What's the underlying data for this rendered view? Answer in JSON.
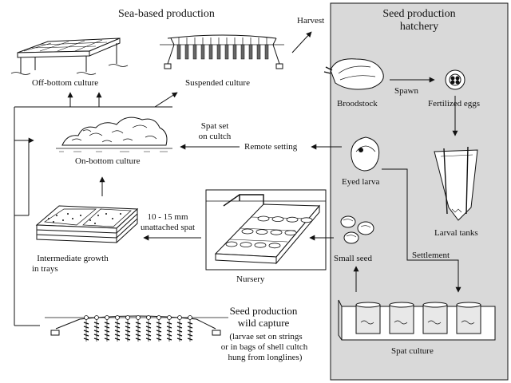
{
  "sea_title": "Sea-based production",
  "hatchery_title_line1": "Seed production",
  "hatchery_title_line2": "hatchery",
  "harvest": "Harvest",
  "off_bottom": "Off-bottom culture",
  "suspended": "Suspended culture",
  "broodstock": "Broodstock",
  "spawn": "Spawn",
  "fertilized_eggs": "Fertilized eggs",
  "spat_set_line1": "Spat set",
  "spat_set_line2": "on cultch",
  "remote_setting": "Remote setting",
  "on_bottom": "On-bottom culture",
  "eyed_larva": "Eyed larva",
  "larval_tanks": "Larval tanks",
  "unattached_line1": "10 - 15 mm",
  "unattached_line2": "unattached spat",
  "intermediate_line1": "Intermediate growth",
  "intermediate_line2": "in trays",
  "nursery": "Nursery",
  "small_seed": "Small seed",
  "settlement": "Settlement",
  "wild_line1": "Seed production",
  "wild_line2": "wild capture",
  "wild_note_line1": "(larvae set on strings",
  "wild_note_line2": "or in bags of shell cultch",
  "wild_note_line3": "hung from longlines)",
  "spat_culture": "Spat culture",
  "colors": {
    "hatchery_panel": "#d9d9d9",
    "ink": "#111111",
    "tank_water": "#e8e8e8"
  }
}
